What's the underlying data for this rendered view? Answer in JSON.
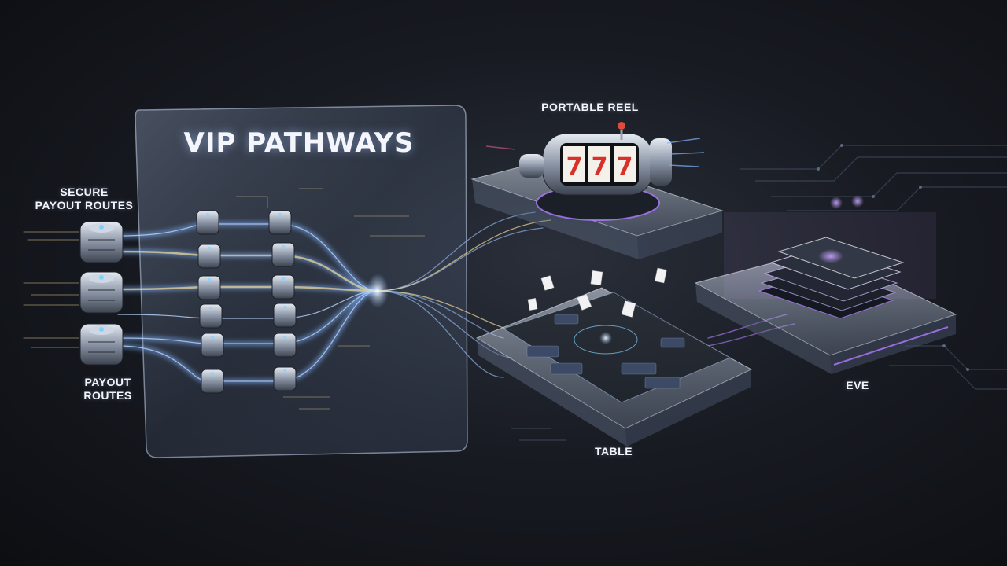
{
  "panel": {
    "title": "VIP PATHWAYS"
  },
  "labels": {
    "secure_payout_routes": [
      "SECURE",
      "PAYOUT ROUTES"
    ],
    "payout_routes": [
      "PAYOUT",
      "ROUTES"
    ],
    "portable_reel": "PORTABLE REEL",
    "table": "TABLE",
    "eve": "EVE"
  },
  "reel_symbols": [
    "7",
    "7",
    "7"
  ],
  "colors": {
    "background": "#121419",
    "flow_blue": "#7fb4ff",
    "flow_gold": "#f0d99a",
    "accent_purple": "#b07cff",
    "panel_glass": "#9fb4d8"
  },
  "icons": {
    "server": "database-stack-icon",
    "reel": "slot-machine-icon",
    "table": "game-table-icon",
    "cards": "playing-cards-icon"
  }
}
